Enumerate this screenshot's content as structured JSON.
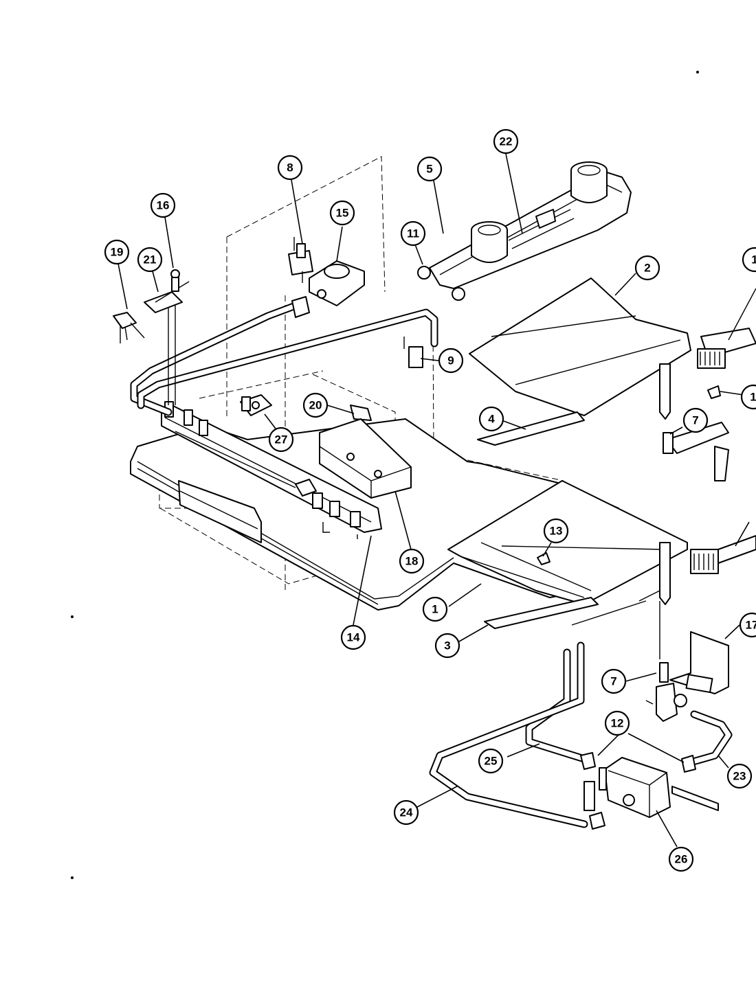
{
  "callouts": [
    {
      "id": "c1",
      "label": "1"
    },
    {
      "id": "c2",
      "label": "2"
    },
    {
      "id": "c3",
      "label": "3"
    },
    {
      "id": "c4",
      "label": "4"
    },
    {
      "id": "c5",
      "label": "5"
    },
    {
      "id": "c7a",
      "label": "7"
    },
    {
      "id": "c7b",
      "label": "7"
    },
    {
      "id": "c8",
      "label": "8"
    },
    {
      "id": "c9",
      "label": "9"
    },
    {
      "id": "c11",
      "label": "11"
    },
    {
      "id": "c12",
      "label": "12"
    },
    {
      "id": "c13",
      "label": "13"
    },
    {
      "id": "c14",
      "label": "14"
    },
    {
      "id": "c15",
      "label": "15"
    },
    {
      "id": "c16",
      "label": "16"
    },
    {
      "id": "c17",
      "label": "17"
    },
    {
      "id": "c18",
      "label": "18"
    },
    {
      "id": "c19",
      "label": "19"
    },
    {
      "id": "c20",
      "label": "20"
    },
    {
      "id": "c21",
      "label": "21"
    },
    {
      "id": "c22",
      "label": "22"
    },
    {
      "id": "c23",
      "label": "23"
    },
    {
      "id": "c24",
      "label": "24"
    },
    {
      "id": "c25",
      "label": "25"
    },
    {
      "id": "c26",
      "label": "26"
    },
    {
      "id": "c27",
      "label": "27"
    },
    {
      "id": "cR1",
      "label": "1"
    },
    {
      "id": "cR2",
      "label": "1"
    }
  ],
  "colors": {
    "ink": "#000000",
    "paper": "#ffffff"
  }
}
